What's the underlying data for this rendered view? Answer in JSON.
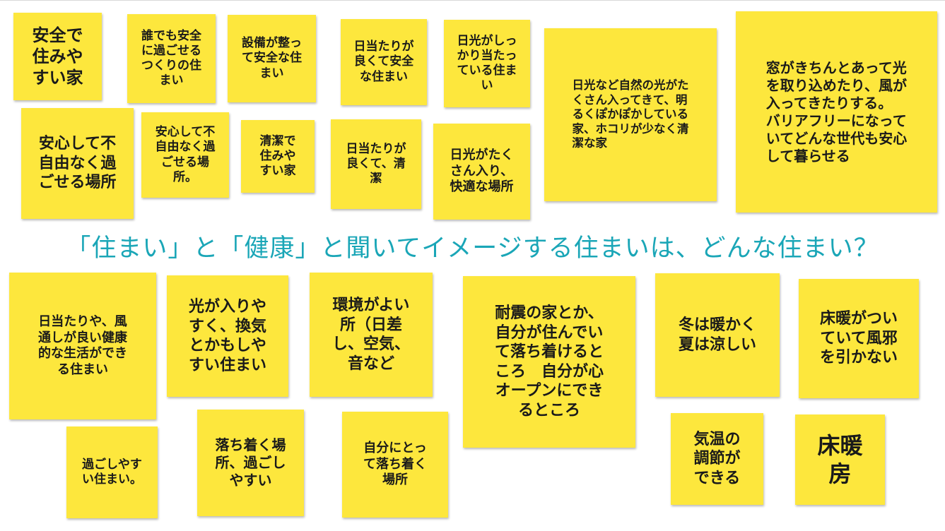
{
  "question": "「住まい」と「健康」と聞いてイメージする住まいは、どんな住まい？",
  "colors": {
    "note": "#fde73d",
    "question": "#1aa6b7",
    "text": "#1a1a1a"
  },
  "top_notes": [
    "安全で\n住みや\nすい家",
    "誰でも安全\nに過ごせる\nつくりの住\nまい",
    "設備が整っ\nて安全な住\nまい",
    "日当たりが\n良くて安全\nな住まい",
    "日光がしっ\nかり当たっ\nている住ま\nい",
    "日光など自然の光がた\nくさん入ってきて、明\nるくぽかぽかしている\n家、ホコリが少なく清\n潔な家",
    "窓がきちんとあって光\nを取り込めたり、風が\n入ってきたりする。\nバリアフリーになって\nいてどんな世代も安心\nして暮らせる",
    "安心して不\n自由なく過\nごせる場所",
    "安心して不\n自由なく過\nごせる場\n所。",
    "清潔で\n住みや\nすい家",
    "日当たりが\n良くて、清\n潔",
    "日光がたく\nさん入り、\n快適な場所"
  ],
  "bottom_notes": [
    "日当たりや、風\n通しが良い健康\n的な生活ができ\nる住まい",
    "光が入りや\nすく、換気\nとかもしや\nすい住まい",
    "環境がよい\n所（日差\nし、空気、\n音など",
    "耐震の家とか、\n自分が住んでい\nて落ち着けると\nころ　自分が心\nオープンにでき\nるところ",
    "冬は暖かく\n夏は涼しい",
    "床暖がつい\nていて風邪\nを引かない",
    "過ごしやす\nい住まい。",
    "落ち着く場\n所、過ごし\nやすい",
    "自分にとっ\nて落ち着く\n場所",
    "気温の\n調節が\nできる",
    "床暖\n房"
  ]
}
